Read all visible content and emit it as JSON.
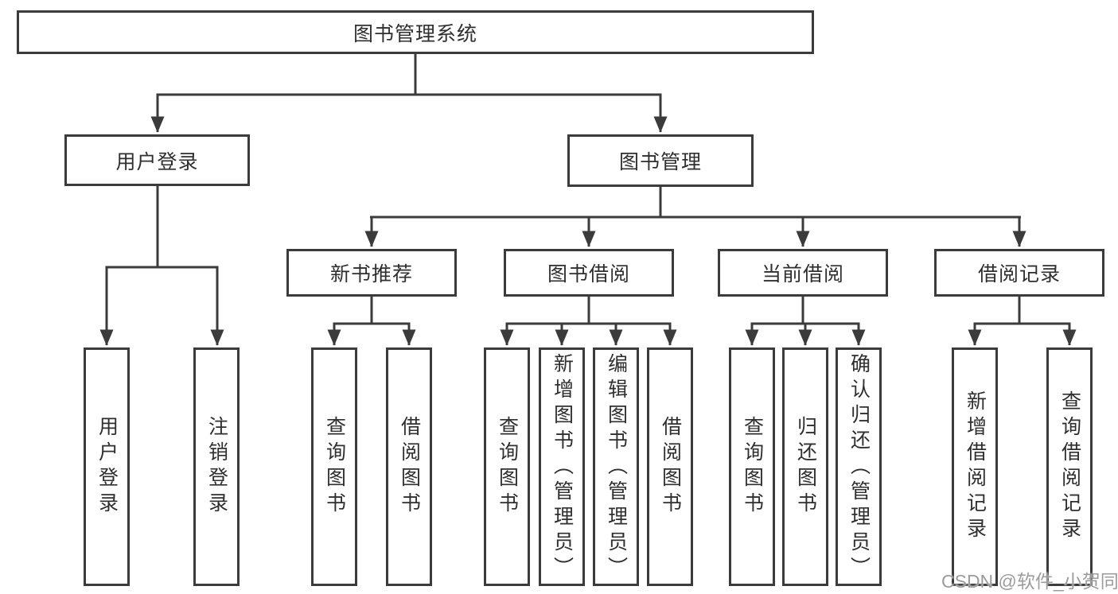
{
  "tree": {
    "root": {
      "label": "图书管理系统"
    },
    "branches": [
      {
        "label": "用户登录",
        "leaves": [
          {
            "label": "用户登录"
          },
          {
            "label": "注销登录"
          }
        ]
      },
      {
        "label": "图书管理",
        "groups": [
          {
            "label": "新书推荐",
            "leaves": [
              {
                "label": "查询图书"
              },
              {
                "label": "借阅图书"
              }
            ]
          },
          {
            "label": "图书借阅",
            "leaves": [
              {
                "label": "查询图书"
              },
              {
                "label": "新增图书（管理员）"
              },
              {
                "label": "编辑图书（管理员）"
              },
              {
                "label": "借阅图书"
              }
            ]
          },
          {
            "label": "当前借阅",
            "leaves": [
              {
                "label": "查询图书"
              },
              {
                "label": "归还图书"
              },
              {
                "label": "确认归还（管理员）"
              }
            ]
          },
          {
            "label": "借阅记录",
            "leaves": [
              {
                "label": "新增借阅记录"
              },
              {
                "label": "查询借阅记录"
              }
            ]
          }
        ]
      }
    ]
  },
  "watermark": {
    "text": "CSDN @软件_小贺同学"
  },
  "colors": {
    "line": "#3b3b3b",
    "text": "#2f2f2f",
    "background": "#ffffff",
    "watermark": "#9c9c9c"
  }
}
